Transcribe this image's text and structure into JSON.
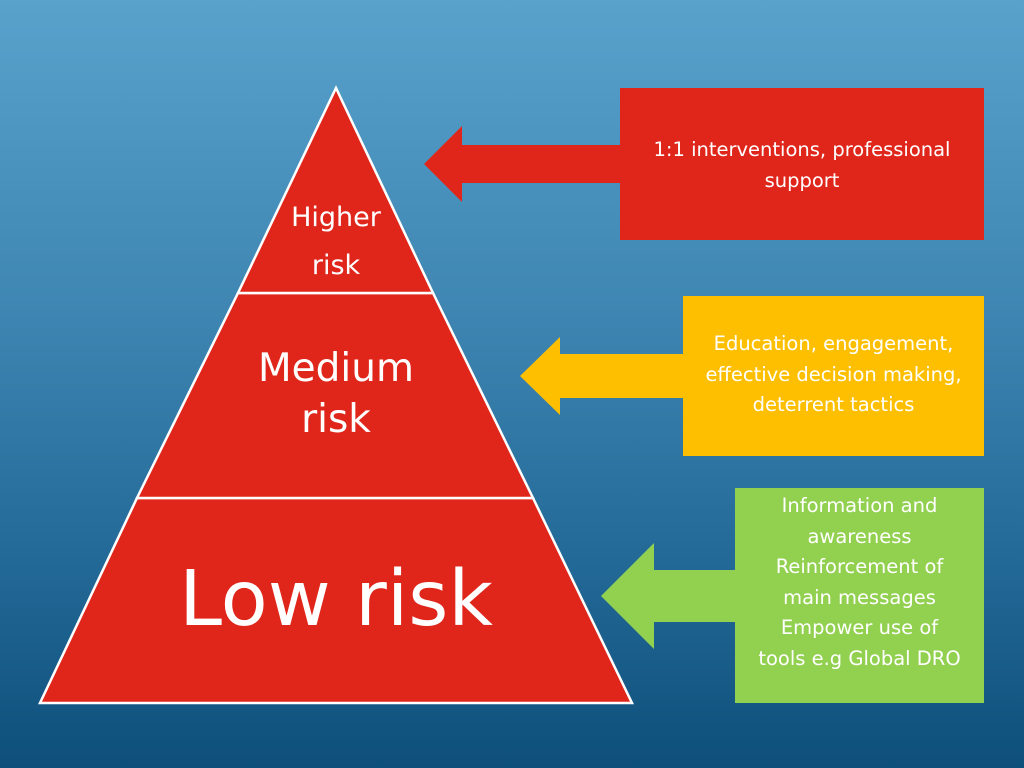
{
  "colors": {
    "pyramid_fill": "#e0261b",
    "pyramid_outline": "#ffffff",
    "high_support": "#e0261b",
    "medium_support": "#fdbf00",
    "low_support": "#92d050",
    "text": "#ffffff"
  },
  "pyramid": {
    "tiers": [
      {
        "label_lines": [
          "Higher",
          "risk"
        ]
      },
      {
        "label_lines": [
          "Medium",
          "risk"
        ]
      },
      {
        "label_lines": [
          "Low risk"
        ]
      }
    ]
  },
  "support_boxes": [
    {
      "tier": "Higher risk",
      "lines": [
        "1:1 interventions, professional",
        "support"
      ]
    },
    {
      "tier": "Medium risk",
      "lines": [
        "Education, engagement,",
        "effective decision making,",
        "deterrent tactics"
      ]
    },
    {
      "tier": "Low risk",
      "lines": [
        "Information and",
        "awareness",
        "Reinforcement of",
        "main messages",
        "Empower use of",
        "tools e.g Global DRO"
      ]
    }
  ],
  "arrows": [
    {
      "direction": "left",
      "color_ref": "high_support"
    },
    {
      "direction": "left",
      "color_ref": "medium_support"
    },
    {
      "direction": "left",
      "color_ref": "low_support"
    }
  ]
}
